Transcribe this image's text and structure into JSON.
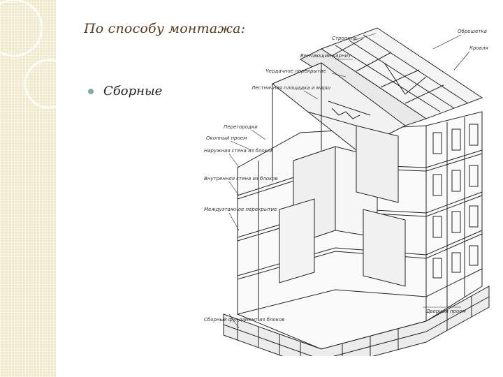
{
  "slide": {
    "title": "По способу монтажа:",
    "bullets": [
      {
        "text": "Сборные"
      }
    ]
  },
  "figure": {
    "labels": {
      "l1": "Стропила",
      "l2": "Обрешетка",
      "l3": "Кровля",
      "l4": "Венчающий карниз",
      "l5": "Чердачное перекрытие",
      "l6": "Лестничная площадка и марш",
      "l7": "Перегородки",
      "l8": "Оконный проем",
      "l9": "Наружная стена из блоков",
      "l10": "Внутренняя стена из блоков",
      "l11": "Междуэтажное перекрытие",
      "l12": "Дверной проем",
      "l13": "Сборный фундамент из блоков"
    }
  },
  "colors": {
    "title": "#5a3a1a",
    "bullet": "#7fa9b0",
    "strip": "#efe8c9"
  }
}
